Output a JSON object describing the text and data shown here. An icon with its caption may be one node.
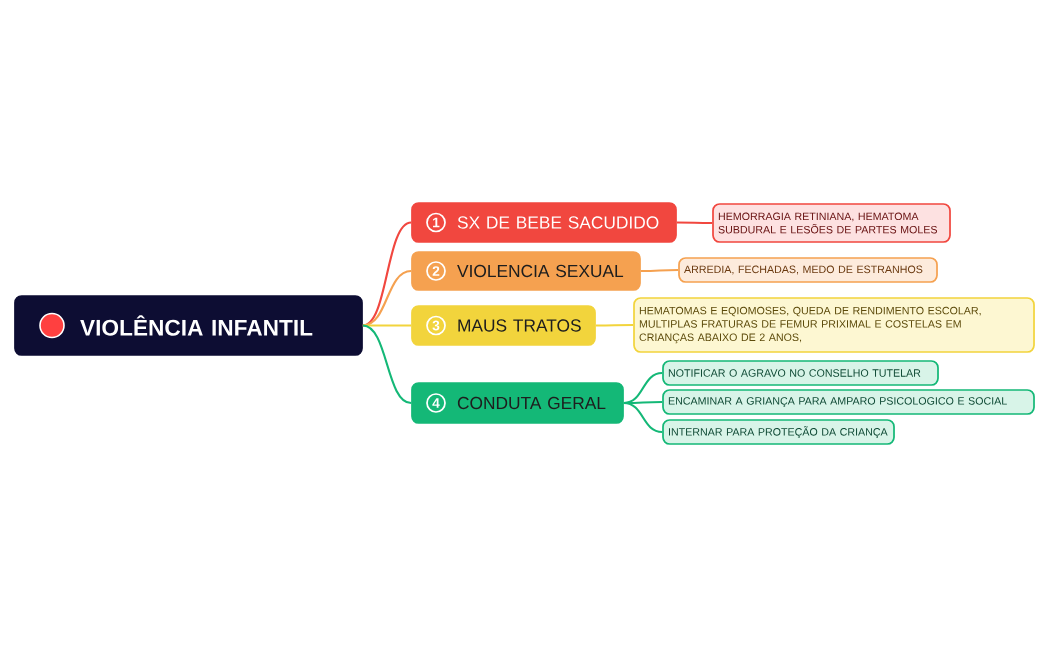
{
  "diagram": {
    "nodes": [
      {
        "text": [
          "VIOLÊNCIA INFANTIL"
        ]
      },
      {
        "text": [
          "1",
          "SX DE BEBE SACUDIDO"
        ]
      },
      {
        "text": [
          "2",
          "VIOLENCIA SEXUAL"
        ]
      },
      {
        "text": [
          "3",
          "MAUS TRATOS"
        ]
      },
      {
        "text": [
          "4",
          "CONDUTA GERAL"
        ]
      },
      {
        "text": [
          "HEMORRAGIA RETINIANA, HEMATOMA SUBDURAL E LESÕES DE PARTES MOLES"
        ]
      },
      {
        "text": [
          "ARREDIA, FECHADAS, MEDO DE ESTRANHOS"
        ]
      },
      {
        "text": [
          "HEMATOMAS E EQIOMOSES, QUEDA DE RENDIMENTO ESCOLAR, MULTIPLAS FRATURAS DE FEMUR PRIXIMAL E COSTELAS EM CRIANÇAS ABAIXO DE 2 ANOS,"
        ]
      },
      {
        "text": [
          "NOTIFICAR O AGRAVO NO CONSELHO TUTELAR"
        ]
      },
      {
        "text": [
          "ENCAMINAR A GRIANÇA PARA AMPARO PSICOLOGICO E SOCIAL"
        ]
      },
      {
        "text": [
          "INTERNAR PARA PROTEÇÃO DA CRIANÇA"
        ]
      }
    ],
    "edges": [
      {
        "from": 0,
        "to": 1,
        "arrow": "none",
        "color": "#f1473f"
      },
      {
        "from": 0,
        "to": 2,
        "arrow": "none",
        "color": "#f5a150"
      },
      {
        "from": 0,
        "to": 3,
        "arrow": "none",
        "color": "#f2d43c"
      },
      {
        "from": 0,
        "to": 4,
        "arrow": "none"
      },
      {
        "from": 1,
        "to": 5,
        "arrow": "none",
        "color": "#f1473f"
      },
      {
        "from": 2,
        "to": 6,
        "arrow": "none",
        "color": "#f5a150"
      },
      {
        "from": 3,
        "to": 7,
        "arrow": "none",
        "color": "#f2d43c"
      },
      {
        "from": 4,
        "to": 8,
        "arrow": "none"
      },
      {
        "from": 4,
        "to": 9,
        "arrow": "none"
      },
      {
        "from": 4,
        "to": 10,
        "arrow": "none"
      }
    ]
  }
}
